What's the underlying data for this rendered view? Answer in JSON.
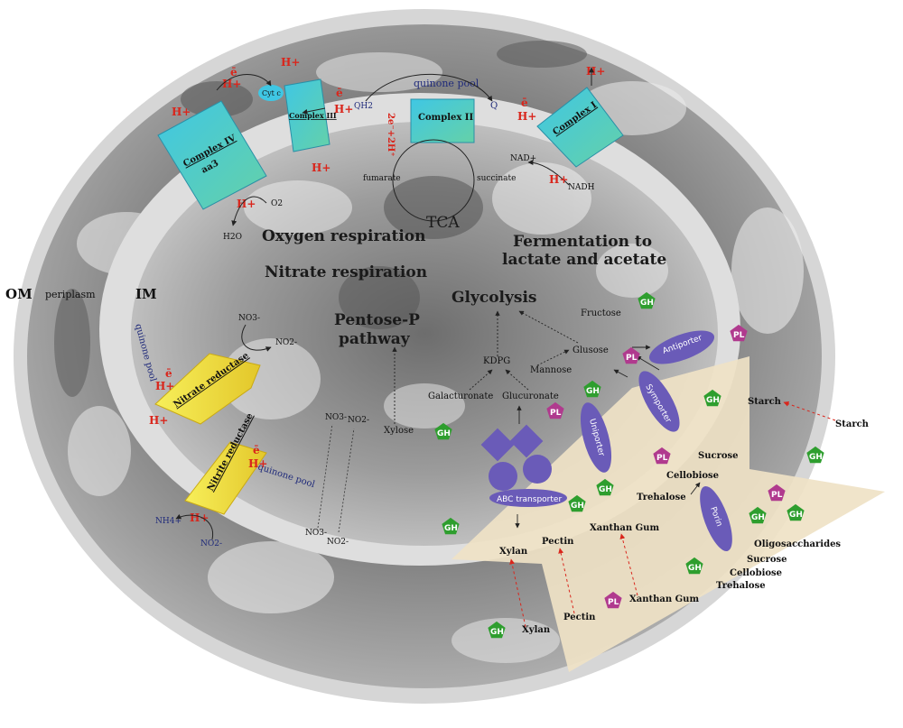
{
  "colors": {
    "outer_band": "#6f6f6f",
    "inner_band": "#dcdcdc",
    "cytoplasm": "#8a8a8a",
    "complex": "#4fc3d9",
    "reductase": "#f2e63a",
    "transporter": "#6a5bb8",
    "gh": "#2e9e2e",
    "pl": "#b03a8e",
    "wedge": "#efe2c6",
    "proton": "#d9261c",
    "quinone_text": "#1f2a7a"
  },
  "layers": {
    "om": "OM",
    "periplasm": "periplasm",
    "im": "IM"
  },
  "complexes": {
    "complex_i": "Complex I",
    "complex_ii": "Complex II",
    "complex_iii": "Complex III",
    "complex_iv": "Complex IV",
    "complex_iv_sub": "aa3",
    "cyt_c": "Cyt c"
  },
  "enzymes": {
    "nitrate_reductase": "Nitrate reductase",
    "nitrite_reductase": "Nitrite reductase"
  },
  "transporters": {
    "antiporter": "Antiporter",
    "symporter": "Symporter",
    "uniporter": "Uniporter",
    "abc": "ABC transporter",
    "porin": "Porin"
  },
  "chemistry": {
    "h_plus": "H+",
    "e_minus": "ē",
    "quinone_pool": "quinone pool",
    "qh2": "QH2",
    "q": "Q",
    "two_e_2h": "2e⁻+2H⁺",
    "nad": "NAD+",
    "nadh": "NADH",
    "fumarate": "fumarate",
    "succinate": "succinate",
    "tca": "TCA",
    "o2": "O2",
    "h2o": "H2O",
    "no3": "NO3-",
    "no2": "NO2-",
    "nh4": "NH4+"
  },
  "pathways": {
    "oxygen_resp": "Oxygen respiration",
    "nitrate_resp": "Nitrate respiration",
    "fermentation_line1": "Fermentation to",
    "fermentation_line2": "lactate and acetate",
    "glycolysis": "Glycolysis",
    "pentose_line1": "Pentose-P",
    "pentose_line2": "pathway"
  },
  "metabolites": {
    "fructose": "Fructose",
    "glucose": "Glusose",
    "mannose": "Mannose",
    "kdpg": "KDPG",
    "galacturonate": "Galacturonate",
    "glucuronate": "Glucuronate",
    "xylose": "Xylose"
  },
  "substrates_inner": {
    "sucrose": "Sucrose",
    "cellobiose": "Cellobiose",
    "trehalose": "Trehalose",
    "xanthan": "Xanthan Gum",
    "pectin": "Pectin",
    "xylan": "Xylan"
  },
  "substrates_outer": {
    "starch": "Starch",
    "oligosaccharides": "Oligosaccharides",
    "sucrose": "Sucrose",
    "cellobiose": "Cellobiose",
    "trehalose": "Trehalose",
    "xanthan": "Xanthan Gum",
    "pectin": "Pectin",
    "xylan": "Xylan"
  },
  "markers": {
    "gh": "GH",
    "pl": "PL"
  }
}
